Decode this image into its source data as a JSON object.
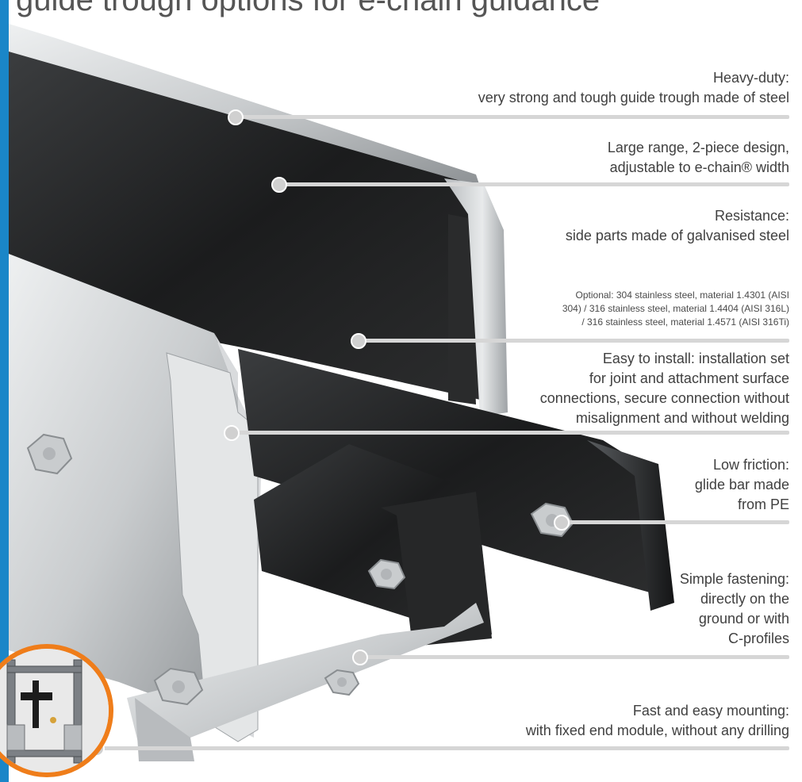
{
  "header": {
    "title": "guide trough options for e-chain guidance"
  },
  "callouts": [
    {
      "id": "heavy-duty",
      "lines": [
        "Heavy-duty:",
        "very strong and tough guide trough made of steel"
      ]
    },
    {
      "id": "large-range",
      "lines": [
        "Large range, 2-piece design,",
        "adjustable to e-chain® width"
      ]
    },
    {
      "id": "resistance",
      "lines": [
        "Resistance:",
        "side parts made of galvanised steel"
      ]
    },
    {
      "id": "optional",
      "lines": [
        "Optional: 304 stainless steel, material 1.4301 (AISI",
        "304) / 316 stainless steel, material 1.4404 (AISI 316L)",
        "/ 316 stainless steel, material 1.4571 (AISI 316Ti)"
      ]
    },
    {
      "id": "easy-install",
      "lines": [
        "Easy to install: installation set",
        "for joint and attachment surface",
        "connections, secure connection without",
        "misalignment and without welding"
      ]
    },
    {
      "id": "low-friction",
      "lines": [
        "Low friction:",
        "glide bar made",
        "from PE"
      ]
    },
    {
      "id": "simple-fastening",
      "lines": [
        "Simple fastening:",
        "directly on the",
        "ground or with",
        "C-profiles"
      ]
    },
    {
      "id": "fast-mounting",
      "lines": [
        "Fast and easy mounting:",
        "with fixed end module, without any drilling"
      ]
    }
  ],
  "colors": {
    "accent_blue": "#1a86c8",
    "accent_orange": "#ef7d1a",
    "leader_gray": "#d6d6d6"
  }
}
